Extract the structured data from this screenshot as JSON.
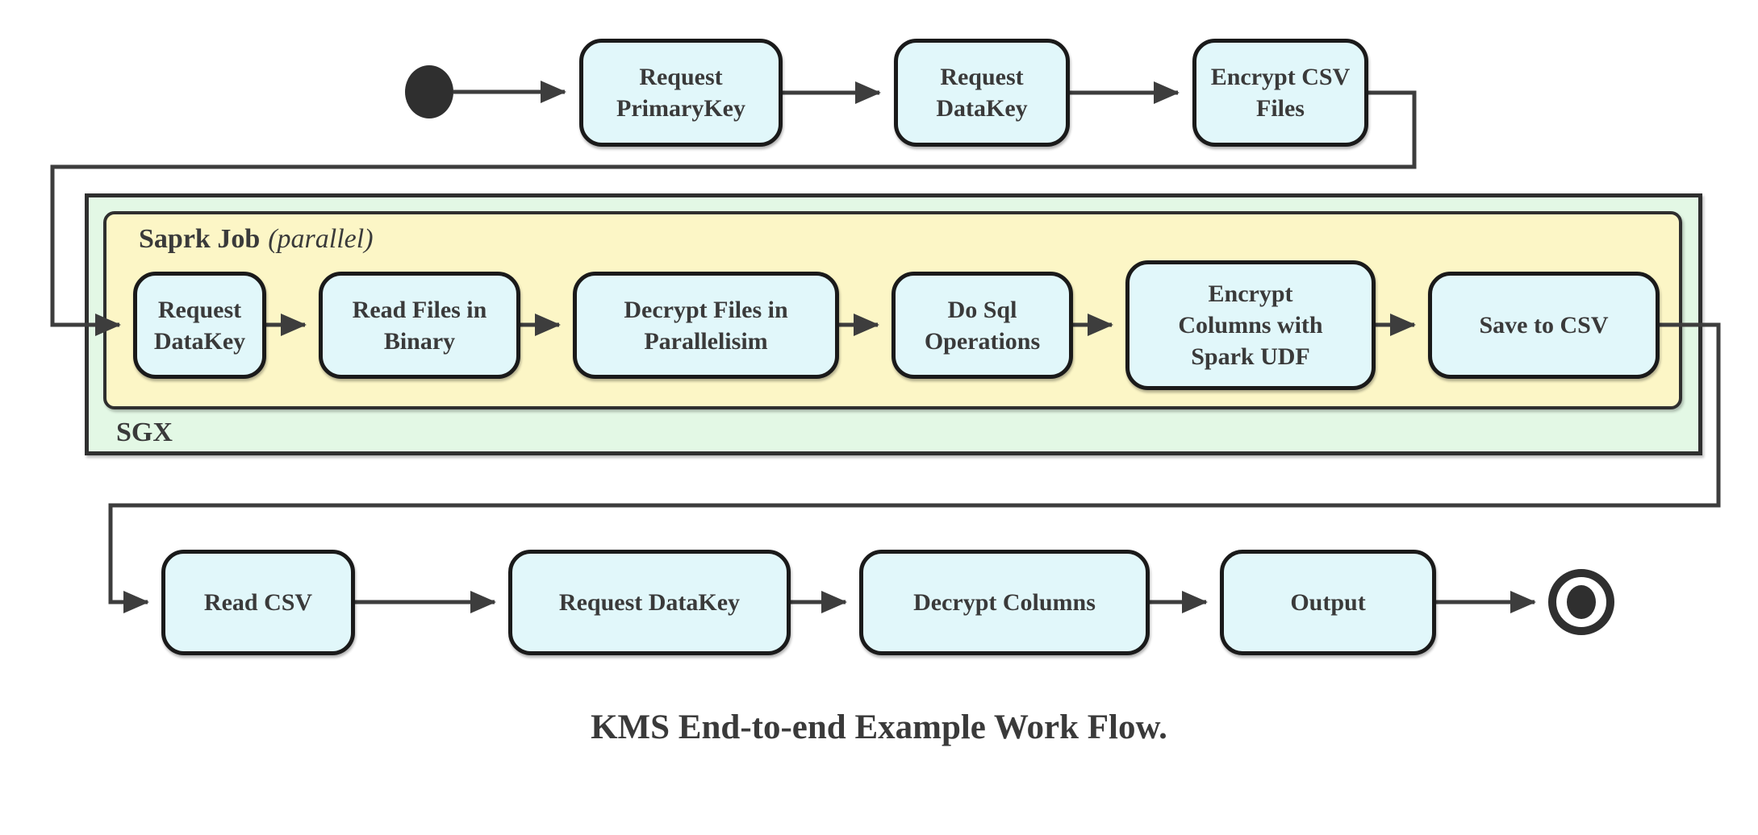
{
  "flow": {
    "caption": "KMS End-to-end Example Work Flow.",
    "start_node": "start",
    "end_node": "end",
    "top_row": [
      {
        "label": "Request PrimaryKey"
      },
      {
        "label": "Request DataKey"
      },
      {
        "label": "Encrypt CSV Files"
      }
    ],
    "sgx": {
      "label": "SGX",
      "spark": {
        "label_bold": "Saprk Job",
        "label_italic": "(parallel)",
        "nodes": [
          {
            "label": "Request DataKey"
          },
          {
            "label": "Read Files in Binary"
          },
          {
            "label": "Decrypt Files in Parallelisim"
          },
          {
            "label": "Do Sql Operations"
          },
          {
            "label": "Encrypt Columns with Spark UDF"
          },
          {
            "label": "Save to CSV"
          }
        ]
      }
    },
    "bottom_row": [
      {
        "label": "Read CSV"
      },
      {
        "label": "Request DataKey"
      },
      {
        "label": "Decrypt Columns"
      },
      {
        "label": "Output"
      }
    ]
  },
  "colors": {
    "node_fill": "#e1f7fa",
    "node_border": "#1a1a1a",
    "sgx_container_fill": "#e3f8e5",
    "spark_container_fill": "#fcf6c6",
    "container_border": "#2f2f2f",
    "line": "#3d3d3d",
    "text": "#3a3a3a",
    "background": "#ffffff"
  }
}
